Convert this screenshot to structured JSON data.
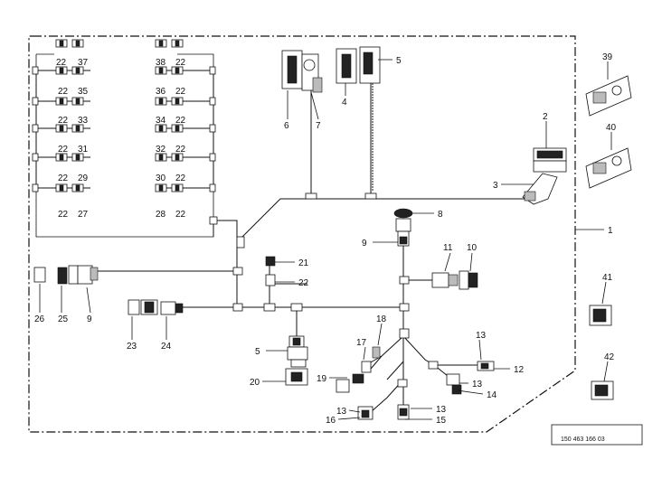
{
  "drawing": {
    "document_number": "150 463 166 03",
    "callouts": {
      "c1": "1",
      "c2": "2",
      "c3": "3",
      "c4": "4",
      "c5a": "5",
      "c5b": "5",
      "c6": "6",
      "c7": "7",
      "c8": "8",
      "c9a": "9",
      "c9b": "9",
      "c10": "10",
      "c11": "11",
      "c12": "12",
      "c13a": "13",
      "c13b": "13",
      "c13c": "13",
      "c13d": "13",
      "c14": "14",
      "c15": "15",
      "c16": "16",
      "c17": "17",
      "c18": "18",
      "c19": "19",
      "c20": "20",
      "c21": "21",
      "c22": "22",
      "c23": "23",
      "c24": "24",
      "c25": "25",
      "c26": "26",
      "c39": "39",
      "c40": "40",
      "c41": "41",
      "c42": "42"
    },
    "left_grid": {
      "rows": [
        {
          "l1": "22",
          "l2": "37"
        },
        {
          "l1": "22",
          "l2": "35"
        },
        {
          "l1": "22",
          "l2": "33"
        },
        {
          "l1": "22",
          "l2": "31"
        },
        {
          "l1": "22",
          "l2": "29"
        },
        {
          "l1": "22",
          "l2": "27"
        }
      ]
    },
    "right_grid": {
      "rows": [
        {
          "l1": "38",
          "l2": "22"
        },
        {
          "l1": "36",
          "l2": "22"
        },
        {
          "l1": "34",
          "l2": "22"
        },
        {
          "l1": "32",
          "l2": "22"
        },
        {
          "l1": "30",
          "l2": "22"
        },
        {
          "l1": "28",
          "l2": "22"
        }
      ]
    }
  }
}
